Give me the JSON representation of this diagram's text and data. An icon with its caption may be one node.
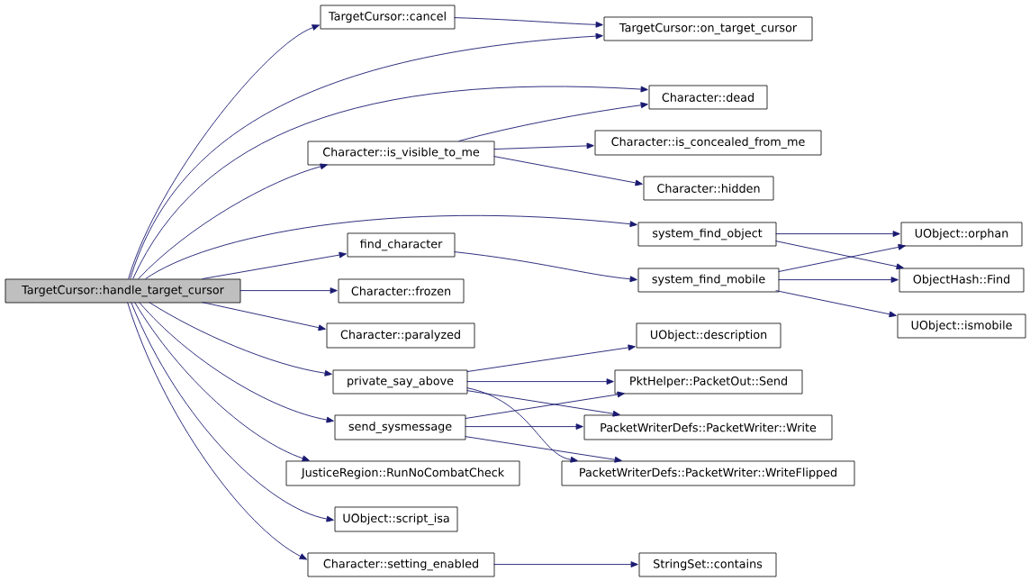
{
  "diagram": {
    "nodes": [
      {
        "text": [
          "TargetCursor::handle_target_cursor"
        ]
      },
      {
        "text": [
          "TargetCursor::cancel"
        ]
      },
      {
        "text": [
          "TargetCursor::on_target_cursor"
        ]
      },
      {
        "text": [
          "Character::dead"
        ]
      },
      {
        "text": [
          "Character::is_visible_to_me"
        ]
      },
      {
        "text": [
          "Character::is_concealed_from_me"
        ]
      },
      {
        "text": [
          "Character::hidden"
        ]
      },
      {
        "text": [
          "system_find_object"
        ]
      },
      {
        "text": [
          "find_character"
        ]
      },
      {
        "text": [
          "UObject::orphan"
        ]
      },
      {
        "text": [
          "system_find_mobile"
        ]
      },
      {
        "text": [
          "ObjectHash::Find"
        ]
      },
      {
        "text": [
          "Character::frozen"
        ]
      },
      {
        "text": [
          "UObject::ismobile"
        ]
      },
      {
        "text": [
          "Character::paralyzed"
        ]
      },
      {
        "text": [
          "UObject::description"
        ]
      },
      {
        "text": [
          "private_say_above"
        ]
      },
      {
        "text": [
          "PktHelper::PacketOut::Send"
        ]
      },
      {
        "text": [
          "send_sysmessage"
        ]
      },
      {
        "text": [
          "PacketWriterDefs::PacketWriter::Write"
        ]
      },
      {
        "text": [
          "JusticeRegion::RunNoCombatCheck"
        ]
      },
      {
        "text": [
          "PacketWriterDefs::PacketWriter::WriteFlipped"
        ]
      },
      {
        "text": [
          "UObject::script_isa"
        ]
      },
      {
        "text": [
          "Character::setting_enabled"
        ]
      },
      {
        "text": [
          "StringSet::contains"
        ]
      }
    ],
    "edges": [
      {
        "from": 0,
        "to": 1,
        "arrow": "to"
      },
      {
        "from": 0,
        "to": 2,
        "arrow": "to"
      },
      {
        "from": 0,
        "to": 3,
        "arrow": "to"
      },
      {
        "from": 0,
        "to": 4,
        "arrow": "to"
      },
      {
        "from": 0,
        "to": 7,
        "arrow": "to"
      },
      {
        "from": 0,
        "to": 8,
        "arrow": "to"
      },
      {
        "from": 0,
        "to": 12,
        "arrow": "to"
      },
      {
        "from": 0,
        "to": 14,
        "arrow": "to"
      },
      {
        "from": 0,
        "to": 16,
        "arrow": "to"
      },
      {
        "from": 0,
        "to": 18,
        "arrow": "to"
      },
      {
        "from": 0,
        "to": 20,
        "arrow": "to"
      },
      {
        "from": 0,
        "to": 22,
        "arrow": "to"
      },
      {
        "from": 0,
        "to": 23,
        "arrow": "to"
      },
      {
        "from": 1,
        "to": 2,
        "arrow": "to"
      },
      {
        "from": 4,
        "to": 3,
        "arrow": "to"
      },
      {
        "from": 4,
        "to": 5,
        "arrow": "to"
      },
      {
        "from": 4,
        "to": 6,
        "arrow": "to"
      },
      {
        "from": 7,
        "to": 9,
        "arrow": "to"
      },
      {
        "from": 7,
        "to": 11,
        "arrow": "to"
      },
      {
        "from": 8,
        "to": 10,
        "arrow": "to"
      },
      {
        "from": 10,
        "to": 9,
        "arrow": "to"
      },
      {
        "from": 10,
        "to": 11,
        "arrow": "to"
      },
      {
        "from": 10,
        "to": 13,
        "arrow": "to"
      },
      {
        "from": 16,
        "to": 15,
        "arrow": "to"
      },
      {
        "from": 16,
        "to": 17,
        "arrow": "to"
      },
      {
        "from": 16,
        "to": 19,
        "arrow": "to"
      },
      {
        "from": 16,
        "to": 21,
        "arrow": "to"
      },
      {
        "from": 18,
        "to": 17,
        "arrow": "to"
      },
      {
        "from": 18,
        "to": 19,
        "arrow": "to"
      },
      {
        "from": 18,
        "to": 21,
        "arrow": "to"
      },
      {
        "from": 23,
        "to": 24,
        "arrow": "to"
      }
    ]
  }
}
